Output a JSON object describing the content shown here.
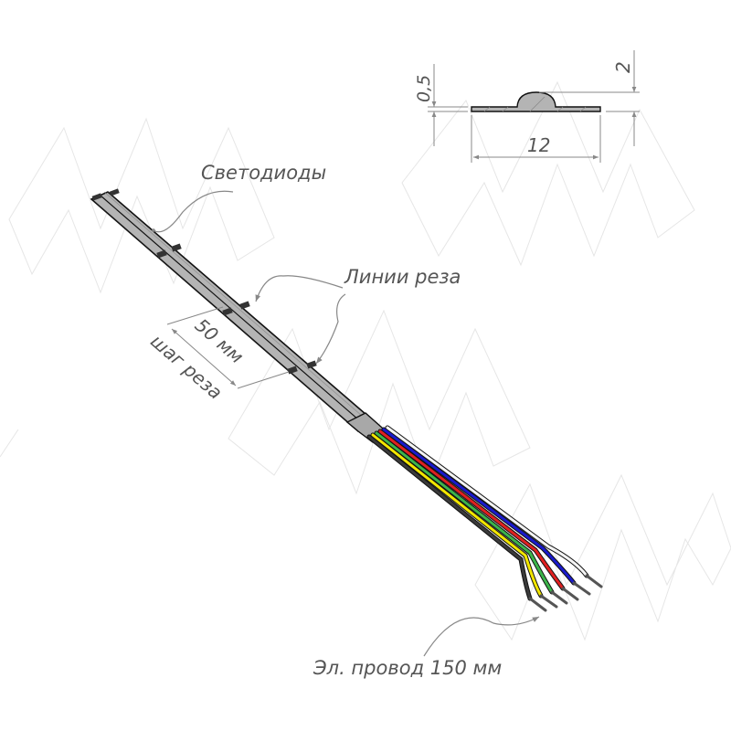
{
  "drawing": {
    "title": "LED strip with wire lead – technical drawing",
    "colors": {
      "strip_fill": "#b4b4b4",
      "strip_outline": "#111111",
      "label_text": "#555555",
      "dimension_lines": "#888888",
      "watermark": "#e6e6e6"
    }
  },
  "cross_section": {
    "dim_thickness": "0,5",
    "dim_height": "2",
    "dim_width": "12"
  },
  "labels": {
    "leds": "Светодиоды",
    "cut_lines": "Линии реза",
    "pitch_value": "50 мм",
    "pitch_caption": "шаг реза",
    "wire": "Эл. провод 150 мм"
  },
  "wires": [
    {
      "name": "black",
      "color": "#3a3a3a"
    },
    {
      "name": "yellow",
      "color": "#f2e600"
    },
    {
      "name": "green",
      "color": "#3cb44b"
    },
    {
      "name": "red",
      "color": "#e02020"
    },
    {
      "name": "blue",
      "color": "#1a1acc"
    },
    {
      "name": "white",
      "color": "#f4f4f4"
    }
  ]
}
